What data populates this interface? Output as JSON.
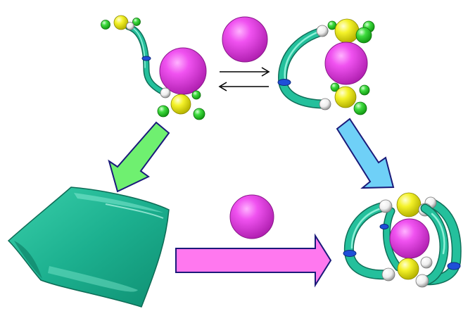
{
  "diagram": {
    "background": "#ffffff",
    "colors": {
      "metal_ion": "#e63ee6",
      "tube": "#1fb594",
      "tube_highlight": "#7fe8cf",
      "sulfur": "#f0ef27",
      "chlorine": "#3fd83f",
      "hydrogen": "#f5f5f5",
      "band": "#1f4fd8",
      "arrow_green": "#6fef6f",
      "arrow_blue": "#6fd0f7",
      "arrow_magenta": "#ff78ef",
      "arrow_outline": "#1a1a7a",
      "film": "#1fb594"
    },
    "nodes": [
      {
        "id": "open-ligand-complex",
        "kind": "open single-arm ligand bound to metal ion"
      },
      {
        "id": "free-metal-ion-top",
        "kind": "free metal ion"
      },
      {
        "id": "macrocycle-complex",
        "kind": "cyclic ligand wrapped around metal ion"
      },
      {
        "id": "polymer-film",
        "kind": "folded polymer sheet"
      },
      {
        "id": "free-metal-ion-bottom",
        "kind": "free metal ion"
      },
      {
        "id": "cage-complex",
        "kind": "three-dimensional cage encapsulating metal ion"
      }
    ],
    "arrows": [
      {
        "id": "equilibrium-forward",
        "from": "open-ligand-complex",
        "to": "macrocycle-complex",
        "style": "thin-right"
      },
      {
        "id": "equilibrium-reverse",
        "from": "macrocycle-complex",
        "to": "open-ligand-complex",
        "style": "thin-left"
      },
      {
        "id": "green-arrow",
        "from": "open-ligand-complex",
        "to": "polymer-film",
        "color": "arrow_green"
      },
      {
        "id": "blue-arrow",
        "from": "macrocycle-complex",
        "to": "cage-complex",
        "color": "arrow_blue"
      },
      {
        "id": "magenta-arrow",
        "from": "polymer-film",
        "to": "cage-complex",
        "color": "arrow_magenta"
      }
    ]
  }
}
